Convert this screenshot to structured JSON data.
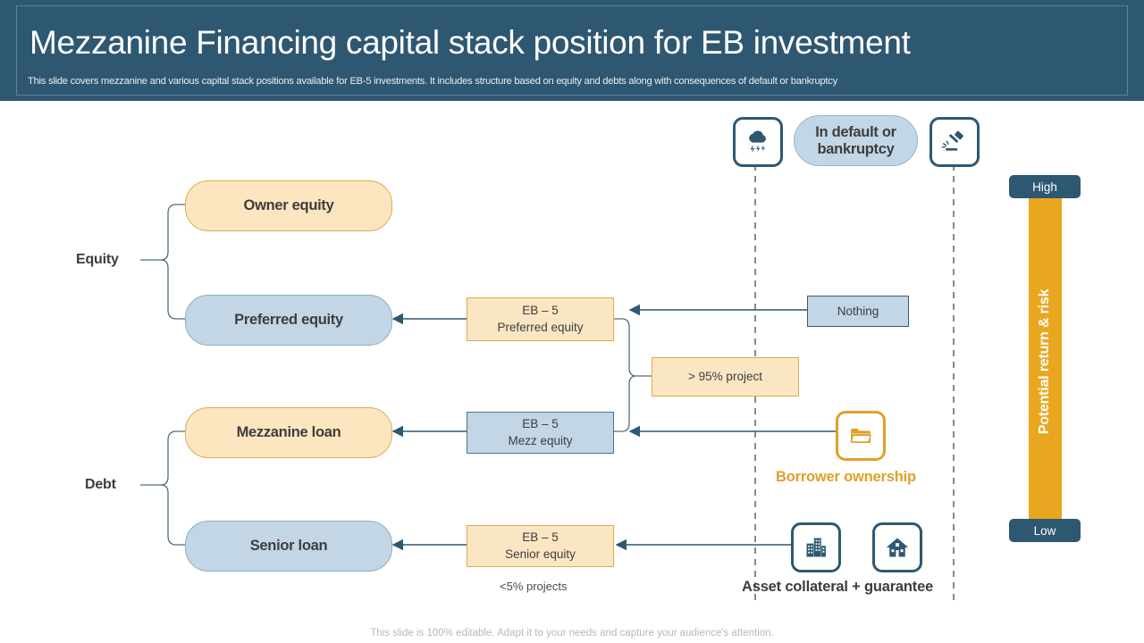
{
  "header": {
    "title": "Mezzanine Financing capital stack position for EB investment",
    "subtitle": "This slide covers mezzanine and various capital stack positions available for EB-5 investments. It includes structure based on equity and debts along with consequences of default or bankruptcy",
    "bg_color": "#2e5871"
  },
  "capital_stack": {
    "groups": [
      {
        "label": "Equity"
      },
      {
        "label": "Debt"
      }
    ],
    "layers": [
      {
        "label": "Owner equity",
        "style": "cream"
      },
      {
        "label": "Preferred equity",
        "style": "blue"
      },
      {
        "label": "Mezzanine loan",
        "style": "cream"
      },
      {
        "label": "Senior loan",
        "style": "blue"
      }
    ]
  },
  "eb5_boxes": [
    {
      "line1": "EB – 5",
      "line2": "Preferred equity",
      "style": "cream"
    },
    {
      "line1": "EB – 5",
      "line2": "Mezz equity",
      "style": "blue"
    },
    {
      "line1": "EB – 5",
      "line2": "Senior equity",
      "style": "cream"
    }
  ],
  "notes": {
    "project_share": "> 95% project",
    "senior_share": "<5% projects"
  },
  "default_cluster": {
    "pill_label": "In default or bankruptcy",
    "storm_icon": "storm-cloud-icon",
    "gavel_icon": "gavel-icon"
  },
  "outcomes": {
    "nothing_label": "Nothing",
    "borrower_label": "Borrower ownership",
    "borrower_icon": "folder-icon",
    "asset_label": "Asset  collateral + guarantee",
    "office_icon": "office-building-icon",
    "house_icon": "house-icon"
  },
  "risk_scale": {
    "high_label": "High",
    "low_label": "Low",
    "axis_label": "Potential return & risk",
    "bar_color": "#e9a720",
    "cap_color": "#2e5871"
  },
  "footer": {
    "note": "This slide is 100% editable. Adapt it to your needs and capture your audience's attention."
  },
  "colors": {
    "cream_fill": "#fbe6c3",
    "cream_stroke": "#e0aa4e",
    "blue_fill": "#c3d6e6",
    "blue_stroke": "#4d7389",
    "dark_navy": "#2e5871",
    "orange": "#e0a02a"
  }
}
